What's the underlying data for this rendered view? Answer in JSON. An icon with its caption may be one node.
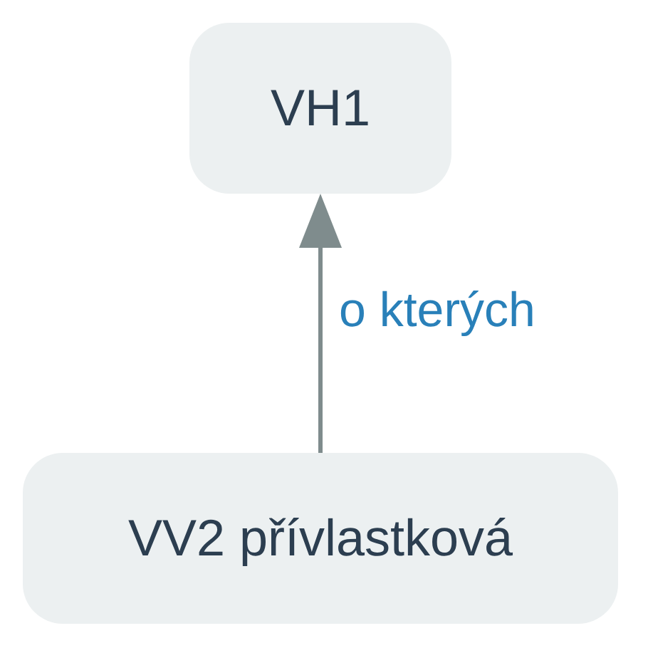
{
  "diagram": {
    "nodes": [
      {
        "text": [
          "VH1"
        ]
      },
      {
        "text": [
          "VV2 přívlastková"
        ]
      }
    ],
    "edges": [
      {
        "from": 1,
        "to": 0,
        "arrow": "to",
        "label": "o kterých"
      }
    ]
  }
}
